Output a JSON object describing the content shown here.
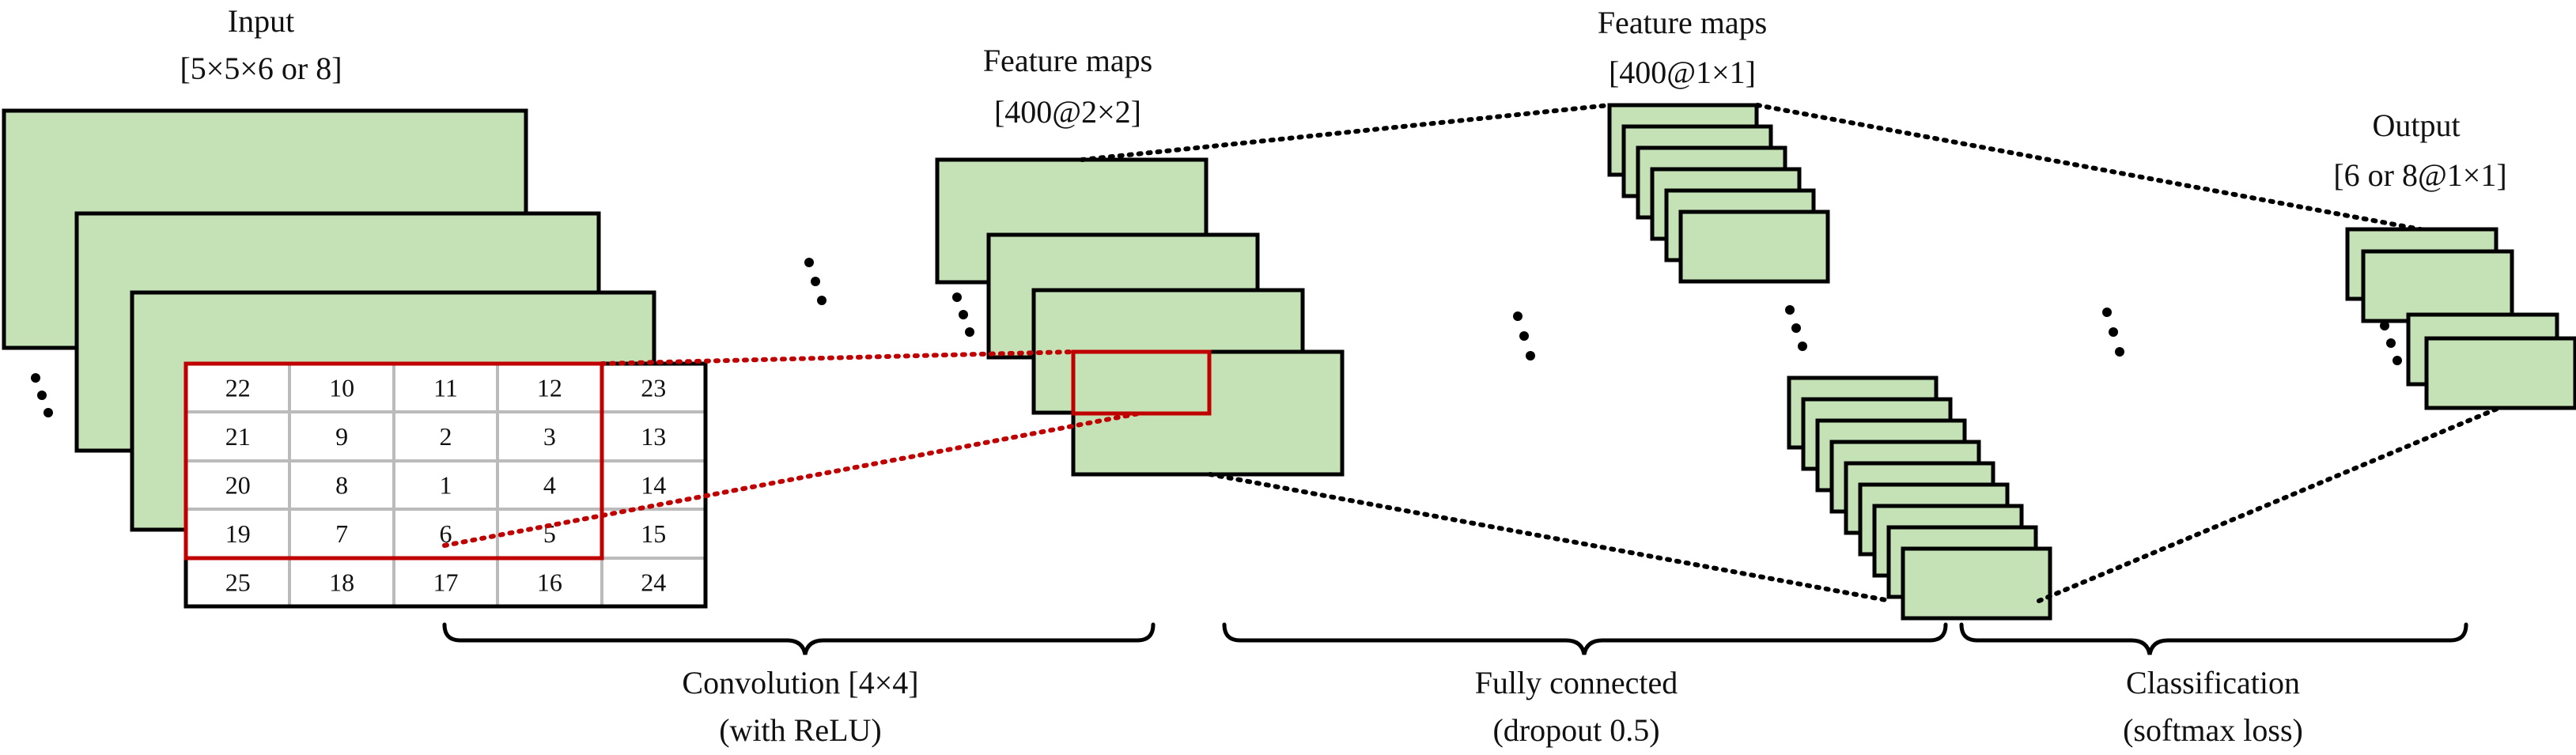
{
  "colors": {
    "map_fill": "#c5e1b6",
    "outline": "#000000",
    "highlight": "#c00000",
    "grid_line": "#bbbbbb"
  },
  "input": {
    "title": "Input",
    "shape": "[5×5×6 or 8]"
  },
  "grid": {
    "rows": [
      [
        "22",
        "10",
        "11",
        "12",
        "23"
      ],
      [
        "21",
        "9",
        "2",
        "3",
        "13"
      ],
      [
        "20",
        "8",
        "1",
        "4",
        "14"
      ],
      [
        "19",
        "7",
        "6",
        "5",
        "15"
      ],
      [
        "25",
        "18",
        "17",
        "16",
        "24"
      ]
    ]
  },
  "conv_maps": {
    "title": "Feature maps",
    "shape": "[400@2×2]"
  },
  "fc_maps": {
    "title": "Feature maps",
    "shape": "[400@1×1]"
  },
  "output": {
    "title": "Output",
    "shape": "[6 or 8@1×1]"
  },
  "stages": {
    "convolution": {
      "title": "Convolution [4×4]",
      "note": "(with ReLU)"
    },
    "fully_connected": {
      "title": "Fully connected",
      "note": "(dropout 0.5)"
    },
    "classification": {
      "title": "Classification",
      "note": "(softmax loss)"
    }
  }
}
